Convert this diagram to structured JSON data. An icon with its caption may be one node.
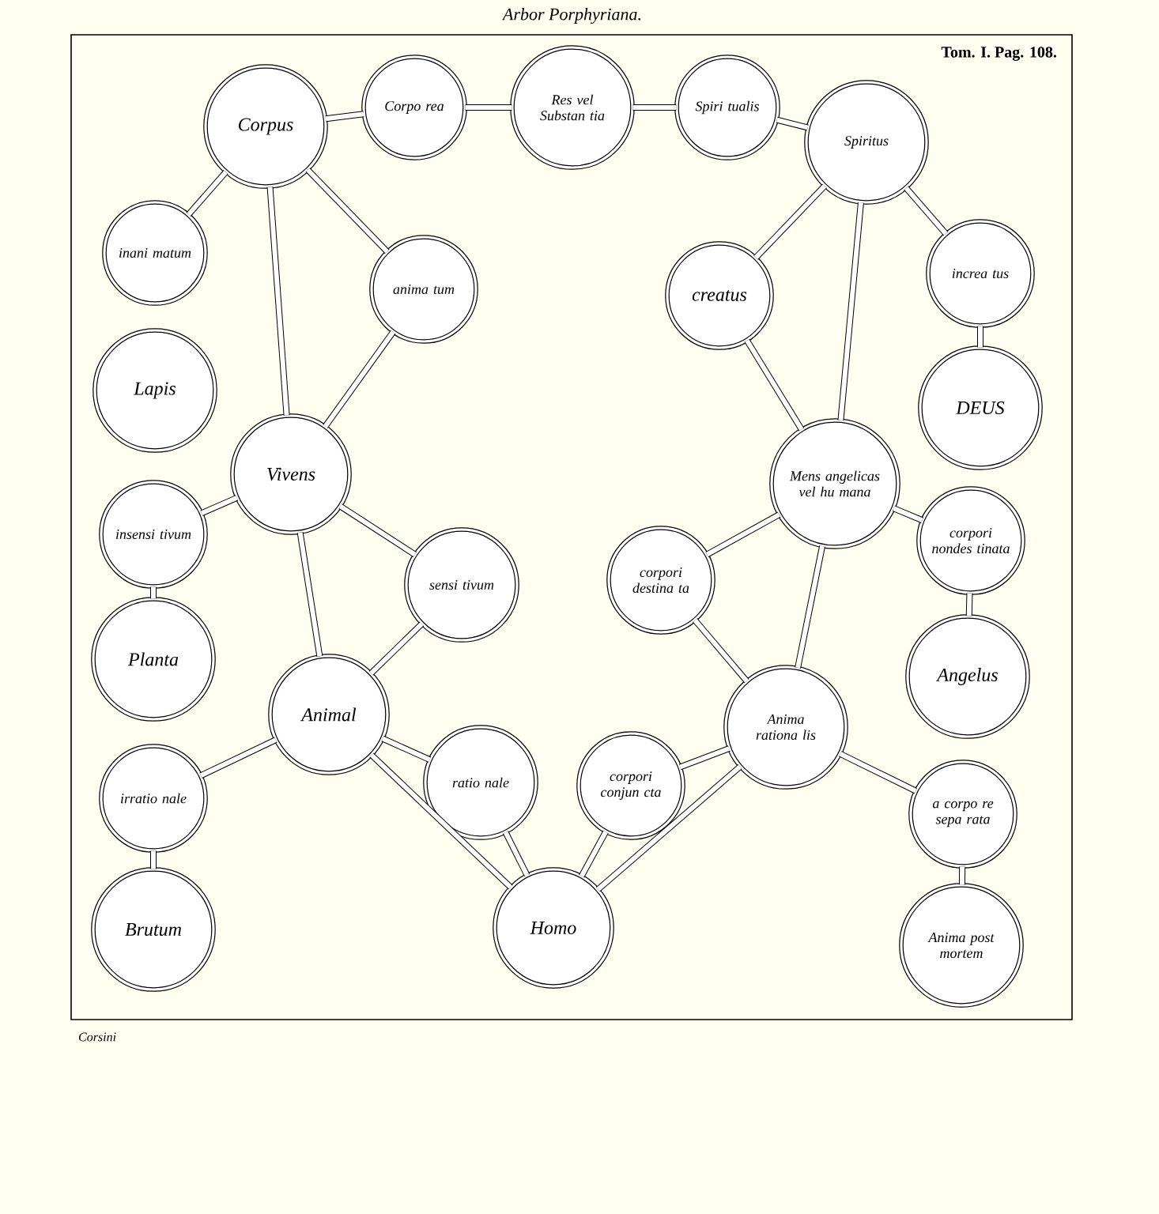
{
  "diagram": {
    "title": "Arbor Porphyriana.",
    "nodes": [
      {
        "text": [
          "Corpus"
        ]
      },
      {
        "text": [
          "Corpo rea"
        ]
      },
      {
        "text": [
          "Res vel Substan tia"
        ]
      },
      {
        "text": [
          "Spiri tualis"
        ]
      },
      {
        "text": [
          "Spiritus"
        ]
      },
      {
        "text": [
          "inani matum"
        ]
      },
      {
        "text": [
          "anima tum"
        ]
      },
      {
        "text": [
          "creatus"
        ]
      },
      {
        "text": [
          "increa tus"
        ]
      },
      {
        "text": [
          "Lapis"
        ]
      },
      {
        "text": [
          "DEUS"
        ]
      },
      {
        "text": [
          "Vivens"
        ]
      },
      {
        "text": [
          "Mens angelicas vel hu mana"
        ]
      },
      {
        "text": [
          "insensi tivum"
        ]
      },
      {
        "text": [
          "sensi tivum"
        ]
      },
      {
        "text": [
          "corpori destina ta"
        ]
      },
      {
        "text": [
          "corpori nondes tinata"
        ]
      },
      {
        "text": [
          "Planta"
        ]
      },
      {
        "text": [
          "Animal"
        ]
      },
      {
        "text": [
          "Angelus"
        ]
      },
      {
        "text": [
          "Anima rationa lis"
        ]
      },
      {
        "text": [
          "irratio nale"
        ]
      },
      {
        "text": [
          "ratio nale"
        ]
      },
      {
        "text": [
          "corpori conjun cta"
        ]
      },
      {
        "text": [
          "a corpo re sepa rata"
        ]
      },
      {
        "text": [
          "Brutum"
        ]
      },
      {
        "text": [
          "Homo"
        ]
      },
      {
        "text": [
          "Anima post mortem"
        ]
      }
    ],
    "edges": [
      {
        "from": 1,
        "to": 2,
        "arrow": "none"
      },
      {
        "from": 2,
        "to": 3,
        "arrow": "none"
      },
      {
        "from": 0,
        "to": 1,
        "arrow": "none"
      },
      {
        "from": 3,
        "to": 4,
        "arrow": "none"
      },
      {
        "from": 0,
        "to": 5,
        "arrow": "none"
      },
      {
        "from": 0,
        "to": 6,
        "arrow": "none"
      },
      {
        "from": 0,
        "to": 11,
        "arrow": "none"
      },
      {
        "from": 6,
        "to": 11,
        "arrow": "none"
      },
      {
        "from": 4,
        "to": 7,
        "arrow": "none"
      },
      {
        "from": 4,
        "to": 8,
        "arrow": "none"
      },
      {
        "from": 4,
        "to": 12,
        "arrow": "none"
      },
      {
        "from": 8,
        "to": 10,
        "arrow": "none"
      },
      {
        "from": 7,
        "to": 12,
        "arrow": "none"
      },
      {
        "from": 11,
        "to": 13,
        "arrow": "none"
      },
      {
        "from": 11,
        "to": 14,
        "arrow": "none"
      },
      {
        "from": 11,
        "to": 18,
        "arrow": "none"
      },
      {
        "from": 13,
        "to": 17,
        "arrow": "none"
      },
      {
        "from": 14,
        "to": 18,
        "arrow": "none"
      },
      {
        "from": 12,
        "to": 15,
        "arrow": "none"
      },
      {
        "from": 12,
        "to": 16,
        "arrow": "none"
      },
      {
        "from": 12,
        "to": 20,
        "arrow": "none"
      },
      {
        "from": 16,
        "to": 19,
        "arrow": "none"
      },
      {
        "from": 15,
        "to": 20,
        "arrow": "none"
      },
      {
        "from": 18,
        "to": 21,
        "arrow": "none"
      },
      {
        "from": 18,
        "to": 22,
        "arrow": "none"
      },
      {
        "from": 18,
        "to": 26,
        "arrow": "none"
      },
      {
        "from": 21,
        "to": 25,
        "arrow": "none"
      },
      {
        "from": 22,
        "to": 26,
        "arrow": "none"
      },
      {
        "from": 20,
        "to": 23,
        "arrow": "none"
      },
      {
        "from": 20,
        "to": 24,
        "arrow": "none"
      },
      {
        "from": 20,
        "to": 26,
        "arrow": "none"
      },
      {
        "from": 24,
        "to": 27,
        "arrow": "none"
      },
      {
        "from": 23,
        "to": 26,
        "arrow": "none"
      }
    ],
    "labels": [
      "Tom. I. Pag. 108.",
      "Corsini"
    ]
  }
}
